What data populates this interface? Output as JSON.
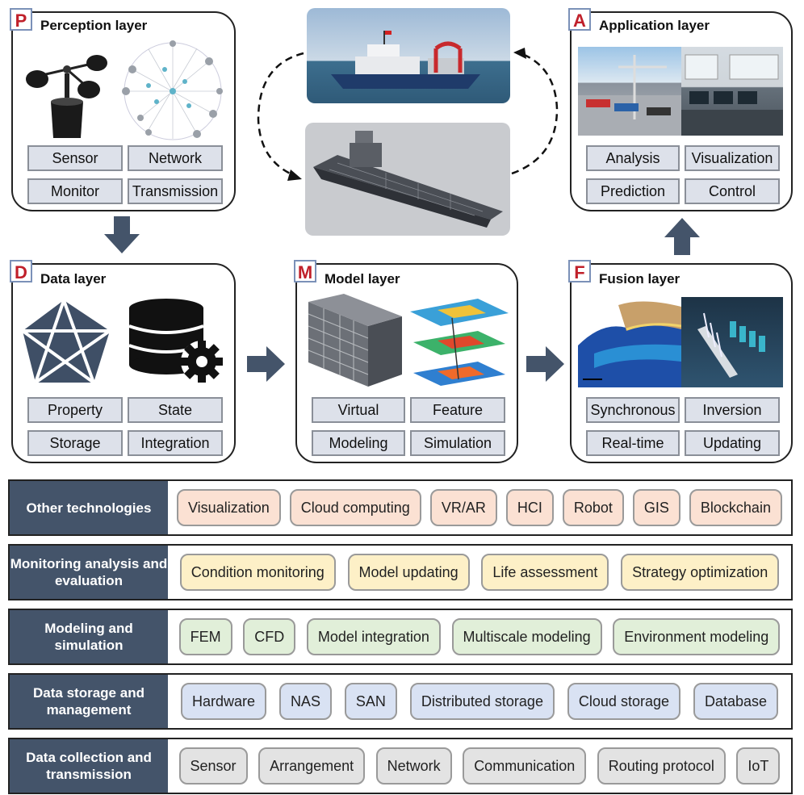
{
  "layers": {
    "perception": {
      "badge": "P",
      "title": "Perception layer",
      "tags": [
        "Sensor",
        "Network",
        "Monitor",
        "Transmission"
      ],
      "icons": [
        "anemometer-sensor-icon",
        "network-globe-icon"
      ]
    },
    "data": {
      "badge": "D",
      "title": "Data layer",
      "tags": [
        "Property",
        "State",
        "Storage",
        "Integration"
      ],
      "icons": [
        "data-structure-icon",
        "database-gear-icon"
      ]
    },
    "model": {
      "badge": "M",
      "title": "Model layer",
      "tags": [
        "Virtual",
        "Feature",
        "Modeling",
        "Simulation"
      ],
      "icons": [
        "building-model-icon",
        "contour-layers-icon"
      ]
    },
    "fusion": {
      "badge": "F",
      "title": "Fusion layer",
      "tags": [
        "Synchronous",
        "Inversion",
        "Real-time",
        "Updating"
      ],
      "icons": [
        "terrain-map-icon",
        "ship-flow-icon"
      ]
    },
    "application": {
      "badge": "A",
      "title": "Application layer",
      "tags": [
        "Analysis",
        "Visualization",
        "Prediction",
        "Control"
      ],
      "icons": [
        "port-crane-icon",
        "bridge-console-icon"
      ]
    }
  },
  "center_images": [
    "physical-ship-image",
    "digital-ship-model-image"
  ],
  "rows": [
    {
      "label": "Other technologies",
      "items": [
        "Visualization",
        "Cloud computing",
        "VR/AR",
        "HCI",
        "Robot",
        "GIS",
        "Blockchain"
      ]
    },
    {
      "label": "Monitoring analysis and evaluation",
      "items": [
        "Condition monitoring",
        "Model updating",
        "Life assessment",
        "Strategy optimization"
      ]
    },
    {
      "label": "Modeling and simulation",
      "items": [
        "FEM",
        "CFD",
        "Model integration",
        "Multiscale modeling",
        "Environment modeling"
      ]
    },
    {
      "label": "Data storage and management",
      "items": [
        "Hardware",
        "NAS",
        "SAN",
        "Distributed storage",
        "Cloud storage",
        "Database"
      ]
    },
    {
      "label": "Data collection and transmission",
      "items": [
        "Sensor",
        "Arrangement",
        "Network",
        "Communication",
        "Routing protocol",
        "IoT"
      ]
    }
  ],
  "colors": {
    "row_label_bg": "#44546a",
    "arrow": "#44546a",
    "badge_text": "#c0202a",
    "tag_bg": "#dde1ea"
  }
}
